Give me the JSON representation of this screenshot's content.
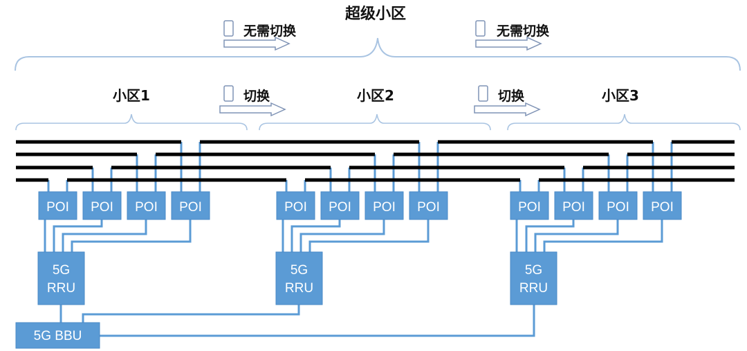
{
  "title": "超级小区",
  "colors": {
    "box_fill": "#5b9bd5",
    "box_stroke": "#4a8ac6",
    "wire": "#5b9bd5",
    "bus": "#000000",
    "brace": "#a9c4e2",
    "arrow": "#7f93b5",
    "phone": "#7f93b5",
    "text": "#111111",
    "box_text": "#ffffff"
  },
  "super_cell": {
    "label": "超级小区",
    "no_handover": [
      {
        "label": "无需切换",
        "icon": "phone-icon"
      },
      {
        "label": "无需切换",
        "icon": "phone-icon"
      }
    ]
  },
  "cells": [
    {
      "label": "小区1",
      "poi_labels": [
        "POI",
        "POI",
        "POI",
        "POI"
      ],
      "rru_label_line1": "5G",
      "rru_label_line2": "RRU"
    },
    {
      "label": "小区2",
      "poi_labels": [
        "POI",
        "POI",
        "POI",
        "POI"
      ],
      "rru_label_line1": "5G",
      "rru_label_line2": "RRU"
    },
    {
      "label": "小区3",
      "poi_labels": [
        "POI",
        "POI",
        "POI",
        "POI"
      ],
      "rru_label_line1": "5G",
      "rru_label_line2": "RRU"
    }
  ],
  "handovers": [
    {
      "label": "切换",
      "icon": "phone-icon"
    },
    {
      "label": "切换",
      "icon": "phone-icon"
    }
  ],
  "bbu": {
    "label": "5G BBU"
  },
  "bus_line_count": 4
}
